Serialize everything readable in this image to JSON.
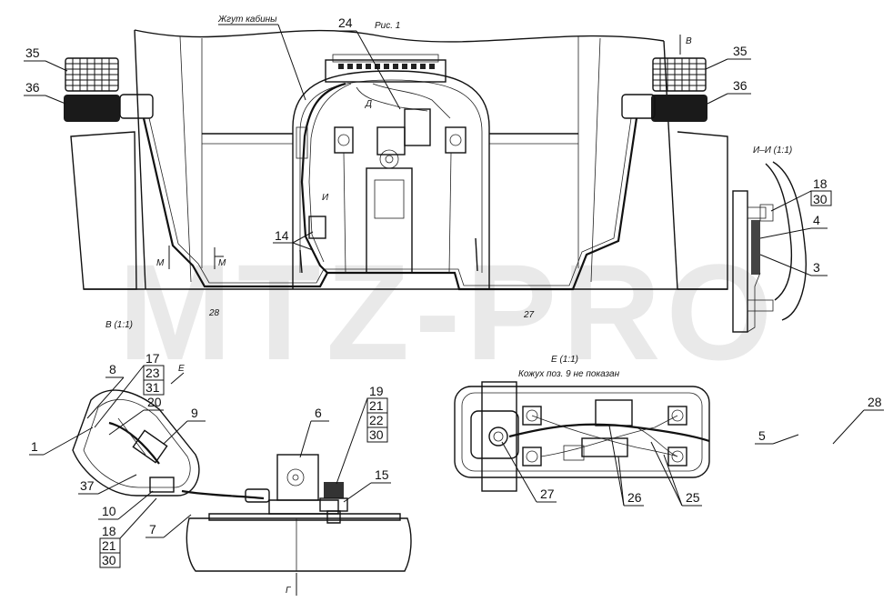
{
  "watermark": "MTZ-PRO",
  "captions": {
    "fig": "Рис. 1",
    "harness": "Жгут кабины",
    "view_b_arrow": "В",
    "section_ii": "И–И (1:1)",
    "view_b": "В (1:1)",
    "view_e": "Е (1:1)",
    "note_e": "Кожух поз. 9 не показан",
    "arrow_e": "Е",
    "arrow_g": "Г",
    "m_left": "М",
    "m_right": "М",
    "label_d": "Д",
    "label_i": "И",
    "dim_left": "28",
    "dim_right": "27"
  },
  "callouts": {
    "c35l": "35",
    "c36l": "36",
    "c24": "24",
    "c35r": "35",
    "c36r": "36",
    "c18a": "18",
    "c30a": "30",
    "c4": "4",
    "c3": "3",
    "c14": "14",
    "c8": "8",
    "c17": "17",
    "c23": "23",
    "c31": "31",
    "c20": "20",
    "c1": "1",
    "c9": "9",
    "c37": "37",
    "c10": "10",
    "c18b": "18",
    "c21b": "21",
    "c30b": "30",
    "c7": "7",
    "c6": "6",
    "c19": "19",
    "c21c": "21",
    "c22": "22",
    "c30c": "30",
    "c15": "15",
    "c27": "27",
    "c26": "26",
    "c25": "25",
    "c5": "5",
    "c28": "28"
  }
}
